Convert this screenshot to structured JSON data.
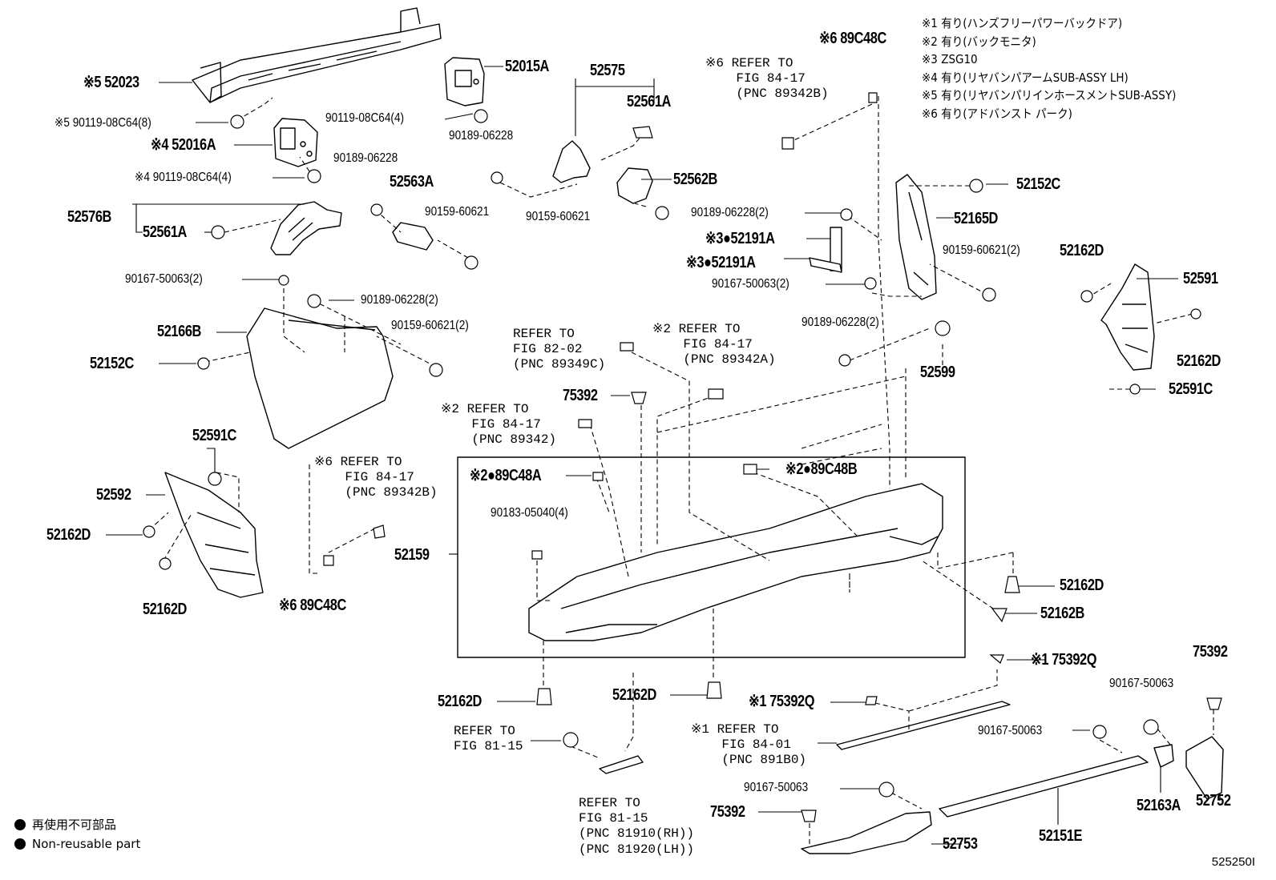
{
  "notes": [
    "※1 有り(ハンズフリーパワーバックドア)",
    "※2 有り(バックモニタ)",
    "※3 ZSG10",
    "※4 有り(リヤバンパアームSUB-ASSY LH)",
    "※5 有り(リヤバンパリインホースメントSUB-ASSY)",
    "※6 有り(アドバンスト パーク)"
  ],
  "legend": {
    "jp": "再使用不可部品",
    "en": "Non-reusable part"
  },
  "figure_code": "525250I",
  "labels": {
    "l52023": "※5 52023",
    "l90119a": "※5 90119-08C64(8)",
    "l52016a": "※4 52016A",
    "l90119b": "※4 90119-08C64(4)",
    "l52576b": "52576B",
    "l52561a_l": "52561A",
    "l52015a": "52015A",
    "l90119c": "90119-08C64(4)",
    "l90189a": "90189-06228",
    "l90189b": "90189-06228",
    "l52563a": "52563A",
    "l90159a": "90159-60621",
    "l52575": "52575",
    "l52561a_r": "52561A",
    "l52562b": "52562B",
    "l90159b": "90159-60621",
    "l89c48c_top": "※6 89C48C",
    "l52152c_r": "52152C",
    "l90189c": "90189-06228(2)",
    "l52165d": "52165D",
    "l52191a_1": "※3●52191A",
    "l52191a_2": "※3●52191A",
    "l90159c": "90159-60621(2)",
    "l52162d_r1": "52162D",
    "l90167a": "90167-50063(2)",
    "l52591": "52591",
    "l90189d": "90189-06228(2)",
    "l52599": "52599",
    "l52162d_r2": "52162D",
    "l52591c_r": "52591C",
    "l90167b": "90167-50063(2)",
    "l90189e": "90189-06228(2)",
    "l52166b": "52166B",
    "l90159d": "90159-60621(2)",
    "l52152c_l": "52152C",
    "l75392_a": "75392",
    "l52591c_l": "52591C",
    "l52592": "52592",
    "l52162d_l1": "52162D",
    "l52162d_l2": "52162D",
    "l89c48a": "※2●89C48A",
    "l89c48b": "※2●89C48B",
    "l90183": "90183-05040(4)",
    "l52159": "52159",
    "l89c48c_bot": "※6 89C48C",
    "l52162d_m1": "52162D",
    "l52162b": "52162B",
    "l52162d_b1": "52162D",
    "l52162d_b2": "52162D",
    "l75392q_a": "※1 75392Q",
    "l75392q_b": "※1 75392Q",
    "l75392_b": "75392",
    "l90167c": "90167-50063",
    "l90167d": "90167-50063",
    "l90167e": "90167-50063",
    "l75392_c": "75392",
    "l52163a": "52163A",
    "l52752": "52752",
    "l52151e": "52151E",
    "l52753": "52753"
  },
  "refs": {
    "r1": "※6 REFER TO\n    FIG 84-17\n    (PNC 89342B)",
    "r2": "REFER TO\nFIG 82-02\n(PNC 89349C)",
    "r3": "※2 REFER TO\n    FIG 84-17\n    (PNC 89342A)",
    "r4": "※2 REFER TO\n    FIG 84-17\n    (PNC 89342)",
    "r5": "※6 REFER TO\n    FIG 84-17\n    (PNC 89342B)",
    "r6": "REFER TO\nFIG 81-15",
    "r7": "※1 REFER TO\n    FIG 84-01\n    (PNC 891B0)",
    "r8": "REFER TO\nFIG 81-15\n(PNC 81910(RH))\n(PNC 81920(LH))"
  }
}
